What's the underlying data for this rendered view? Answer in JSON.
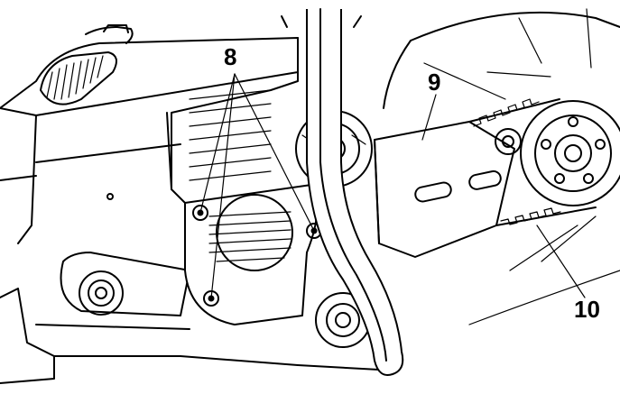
{
  "figure": {
    "callouts": [
      {
        "id": "screws",
        "label": "8"
      },
      {
        "id": "belt-guard",
        "label": "9"
      },
      {
        "id": "drive-belt",
        "label": "10"
      }
    ],
    "line_color": "#000000",
    "background": "#ffffff"
  }
}
